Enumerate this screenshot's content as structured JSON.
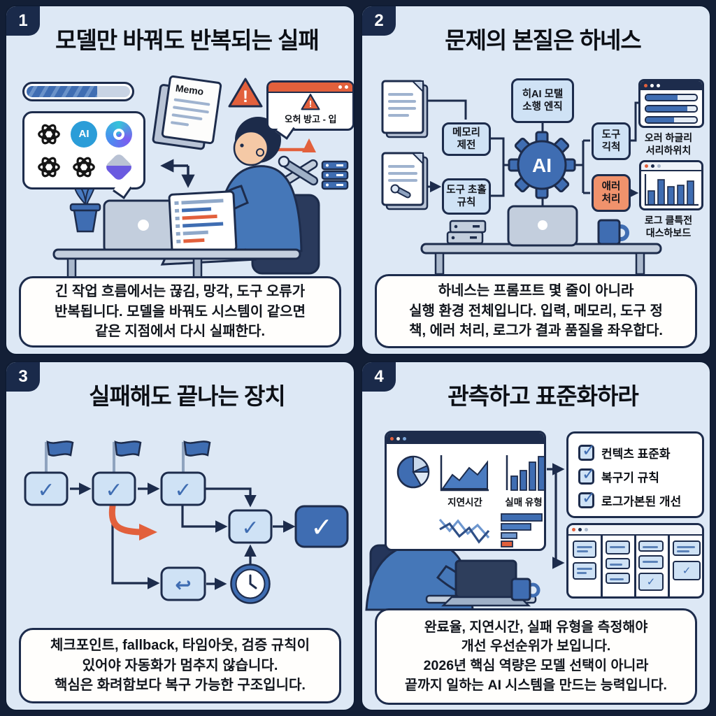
{
  "colors": {
    "navy": "#1d2c4c",
    "panel_bg": "#dde8f5",
    "blue": "#3f6db2",
    "light_blue": "#cfe2f5",
    "orange": "#e2603c",
    "white": "#ffffff"
  },
  "icons": {
    "check": "✓",
    "undo": "↩",
    "warning": "!"
  },
  "panels": [
    {
      "number": "1",
      "title": "모델만 바꿔도 반복되는 실패",
      "memo_label": "Memo",
      "alert_text": "오허 방고 - 입",
      "ai_badge": "AI",
      "caption": "긴 작업 흐름에서는 끊김, 망각, 도구 오류가\n반복됩니다. 모델을 바꿔도 시스템이 같으면\n같은 지점에서 다시 실패한다."
    },
    {
      "number": "2",
      "title": "문제의 본질은 하네스",
      "engine_label": "히AI 모탤\n소행 엔직",
      "memory_label": "메모리\n제전",
      "tool_call_label": "도구 초홀\n규칙",
      "tool_policy_label": "도구\n긱척",
      "error_label": "애러\n처리",
      "gear_label": "AI",
      "queue_label": "오러 하글리\n서리하위치",
      "dashboard_label": "로그 클특전\n대스하보드",
      "caption": "하네스는 프롬프트 몇 줄이 아니라\n실행 환경 전체입니다. 입력, 메모리, 도구 정\n책, 에러 처리, 로그가 결과 품질을 좌우합다."
    },
    {
      "number": "3",
      "title": "실패해도 끝나는 장치",
      "caption": "체크포인트, fallback, 타임아웃, 검증 규칙이\n있어야 자동화가 멈추지 않습니다.\n핵심은 화려함보다 복구 가능한 구조입니다."
    },
    {
      "number": "4",
      "title": "관측하고 표준화하라",
      "latency_label": "지연시간",
      "failure_label": "실매 유형",
      "checklist": [
        "컨텍츠 표준화",
        "복구기 규칙",
        "로그가본된 개선"
      ],
      "caption": "완료율, 지연시간, 실패 유형을 측정해야\n개선 우선순위가 보입니다.\n2026년 핵심 역량은 모델 선택이 아니라\n끝까지 일하는 AI 시스템을 만드는 능력입니다."
    }
  ]
}
